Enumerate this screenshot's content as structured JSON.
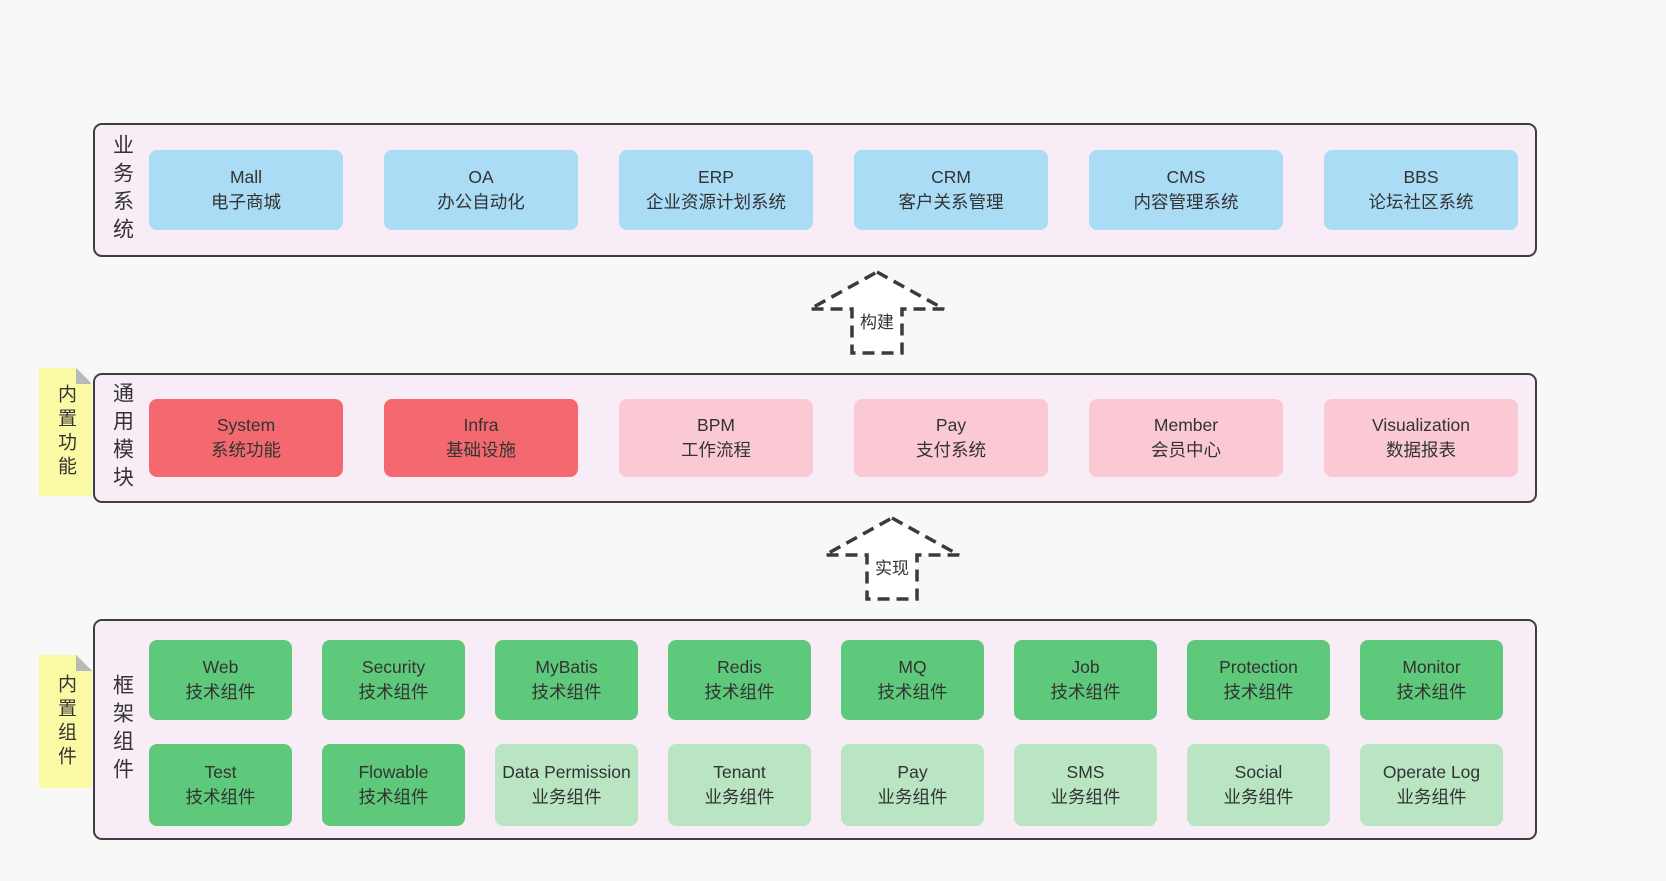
{
  "colors": {
    "page_background": "#f8f8f8",
    "band_background": "#f8edf6",
    "band_border": "#3f3f3f",
    "box_blue": "#aadcf6",
    "box_red": "#f4696f",
    "box_pink": "#fbc9d3",
    "box_green_dark": "#5fc97b",
    "box_green_light": "#b9e5c2",
    "sticky_yellow": "#fafaa4",
    "sticky_fold": "#b9b9b9",
    "text": "#333333"
  },
  "business_band": {
    "label": "业务系统",
    "boxes": [
      {
        "en": "Mall",
        "zh": "电子商城"
      },
      {
        "en": "OA",
        "zh": "办公自动化"
      },
      {
        "en": "ERP",
        "zh": "企业资源计划系统"
      },
      {
        "en": "CRM",
        "zh": "客户关系管理"
      },
      {
        "en": "CMS",
        "zh": "内容管理系统"
      },
      {
        "en": "BBS",
        "zh": "论坛社区系统"
      }
    ]
  },
  "arrows": [
    {
      "label": "构建"
    },
    {
      "label": "实现"
    }
  ],
  "module_band": {
    "label": "通用模块",
    "sticky": "内置功能",
    "boxes": [
      {
        "en": "System",
        "zh": "系统功能"
      },
      {
        "en": "Infra",
        "zh": "基础设施"
      },
      {
        "en": "BPM",
        "zh": "工作流程"
      },
      {
        "en": "Pay",
        "zh": "支付系统"
      },
      {
        "en": "Member",
        "zh": "会员中心"
      },
      {
        "en": "Visualization",
        "zh": "数据报表"
      }
    ]
  },
  "component_band": {
    "label": "框架组件",
    "sticky": "内置组件",
    "row1": [
      {
        "en": "Web",
        "zh": "技术组件"
      },
      {
        "en": "Security",
        "zh": "技术组件"
      },
      {
        "en": "MyBatis",
        "zh": "技术组件"
      },
      {
        "en": "Redis",
        "zh": "技术组件"
      },
      {
        "en": "MQ",
        "zh": "技术组件"
      },
      {
        "en": "Job",
        "zh": "技术组件"
      },
      {
        "en": "Protection",
        "zh": "技术组件"
      },
      {
        "en": "Monitor",
        "zh": "技术组件"
      }
    ],
    "row2": [
      {
        "en": "Test",
        "zh": "技术组件"
      },
      {
        "en": "Flowable",
        "zh": "技术组件"
      },
      {
        "en": "Data Permission",
        "zh": "业务组件"
      },
      {
        "en": "Tenant",
        "zh": "业务组件"
      },
      {
        "en": "Pay",
        "zh": "业务组件"
      },
      {
        "en": "SMS",
        "zh": "业务组件"
      },
      {
        "en": "Social",
        "zh": "业务组件"
      },
      {
        "en": "Operate Log",
        "zh": "业务组件"
      }
    ]
  }
}
